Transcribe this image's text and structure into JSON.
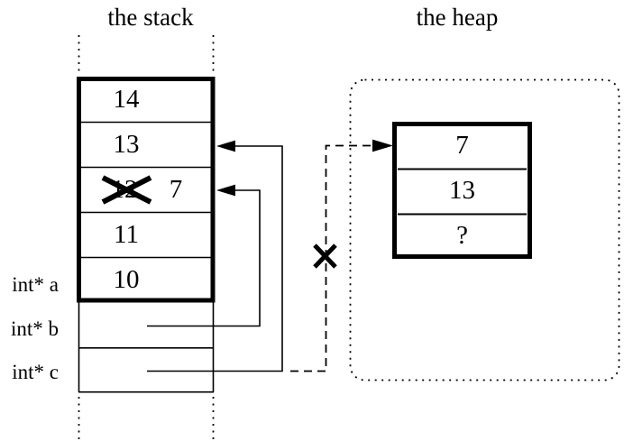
{
  "colors": {
    "ink": "#000000",
    "background": "#ffffff"
  },
  "stack": {
    "title": "the stack",
    "frame_cells": [
      {
        "value": "14"
      },
      {
        "value": "13"
      },
      {
        "old_value": "12",
        "new_value": "7",
        "crossed_out": true
      },
      {
        "value": "11"
      },
      {
        "value": "10"
      }
    ],
    "pointer_labels": [
      {
        "label": "int* a"
      },
      {
        "label": "int* b"
      },
      {
        "label": "int* c"
      }
    ]
  },
  "heap": {
    "title": "the heap",
    "block_cells": [
      {
        "value": "7"
      },
      {
        "value": "13"
      },
      {
        "value": "?"
      }
    ]
  },
  "icons": {
    "crossed_out_value": "x-mark",
    "invalid_pointer": "x-mark",
    "stack_arrowheads": "arrowhead-left",
    "heap_arrowhead": "arrowhead-right"
  }
}
